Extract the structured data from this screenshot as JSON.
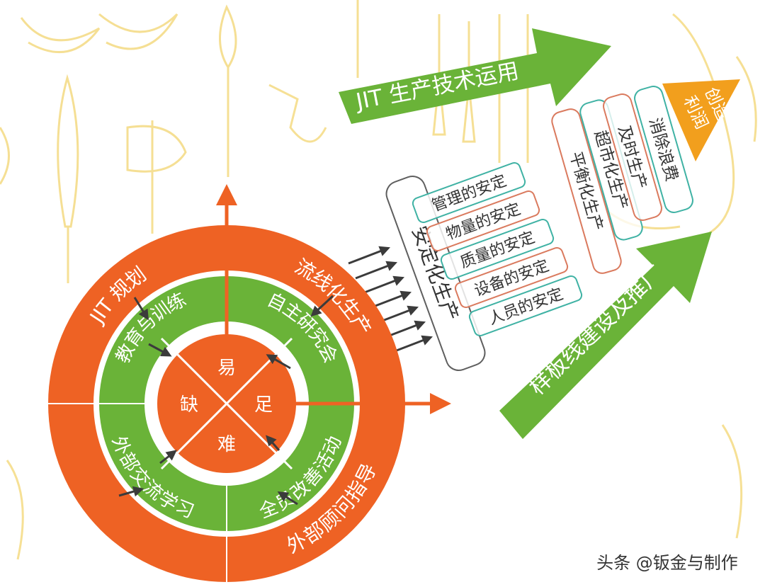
{
  "colors": {
    "orange": "#EE6224",
    "green": "#6AB338",
    "teal": "#3FB2A4",
    "salmon": "#DA7A5E",
    "gray": "#5F5F5F",
    "peak": "#F29F1D",
    "line_art": "#F4DA82",
    "dark_arrow": "#3B3B3B"
  },
  "center": {
    "top": "易",
    "right": "足",
    "bottom": "难",
    "left": "缺"
  },
  "inner_ring": {
    "top_left": "教育与训练",
    "top_right": "自主研究会",
    "bottom_left": "外部交流学习",
    "bottom_right": "全员改善活动"
  },
  "outer_ring": {
    "top_left": "JIT 规划",
    "top_right": "流线化生产",
    "bottom_right": "外部顾问指导"
  },
  "stabilization": {
    "title": "安定化生产",
    "items": [
      "管理的安定",
      "物量的安定",
      "质量的安定",
      "设备的安定",
      "人员的安定"
    ]
  },
  "stages": {
    "balanced": "平衡化生产",
    "supermarket": "超市化生产",
    "just_in_time": "及时生产",
    "eliminate_waste": "消除浪费"
  },
  "peak": {
    "line1": "创造",
    "line2": "利润"
  },
  "arrows": {
    "top": "JIT 生产技术运用",
    "bottom": "样板线建设及推广"
  },
  "watermark": "头条 @钣金与制作"
}
